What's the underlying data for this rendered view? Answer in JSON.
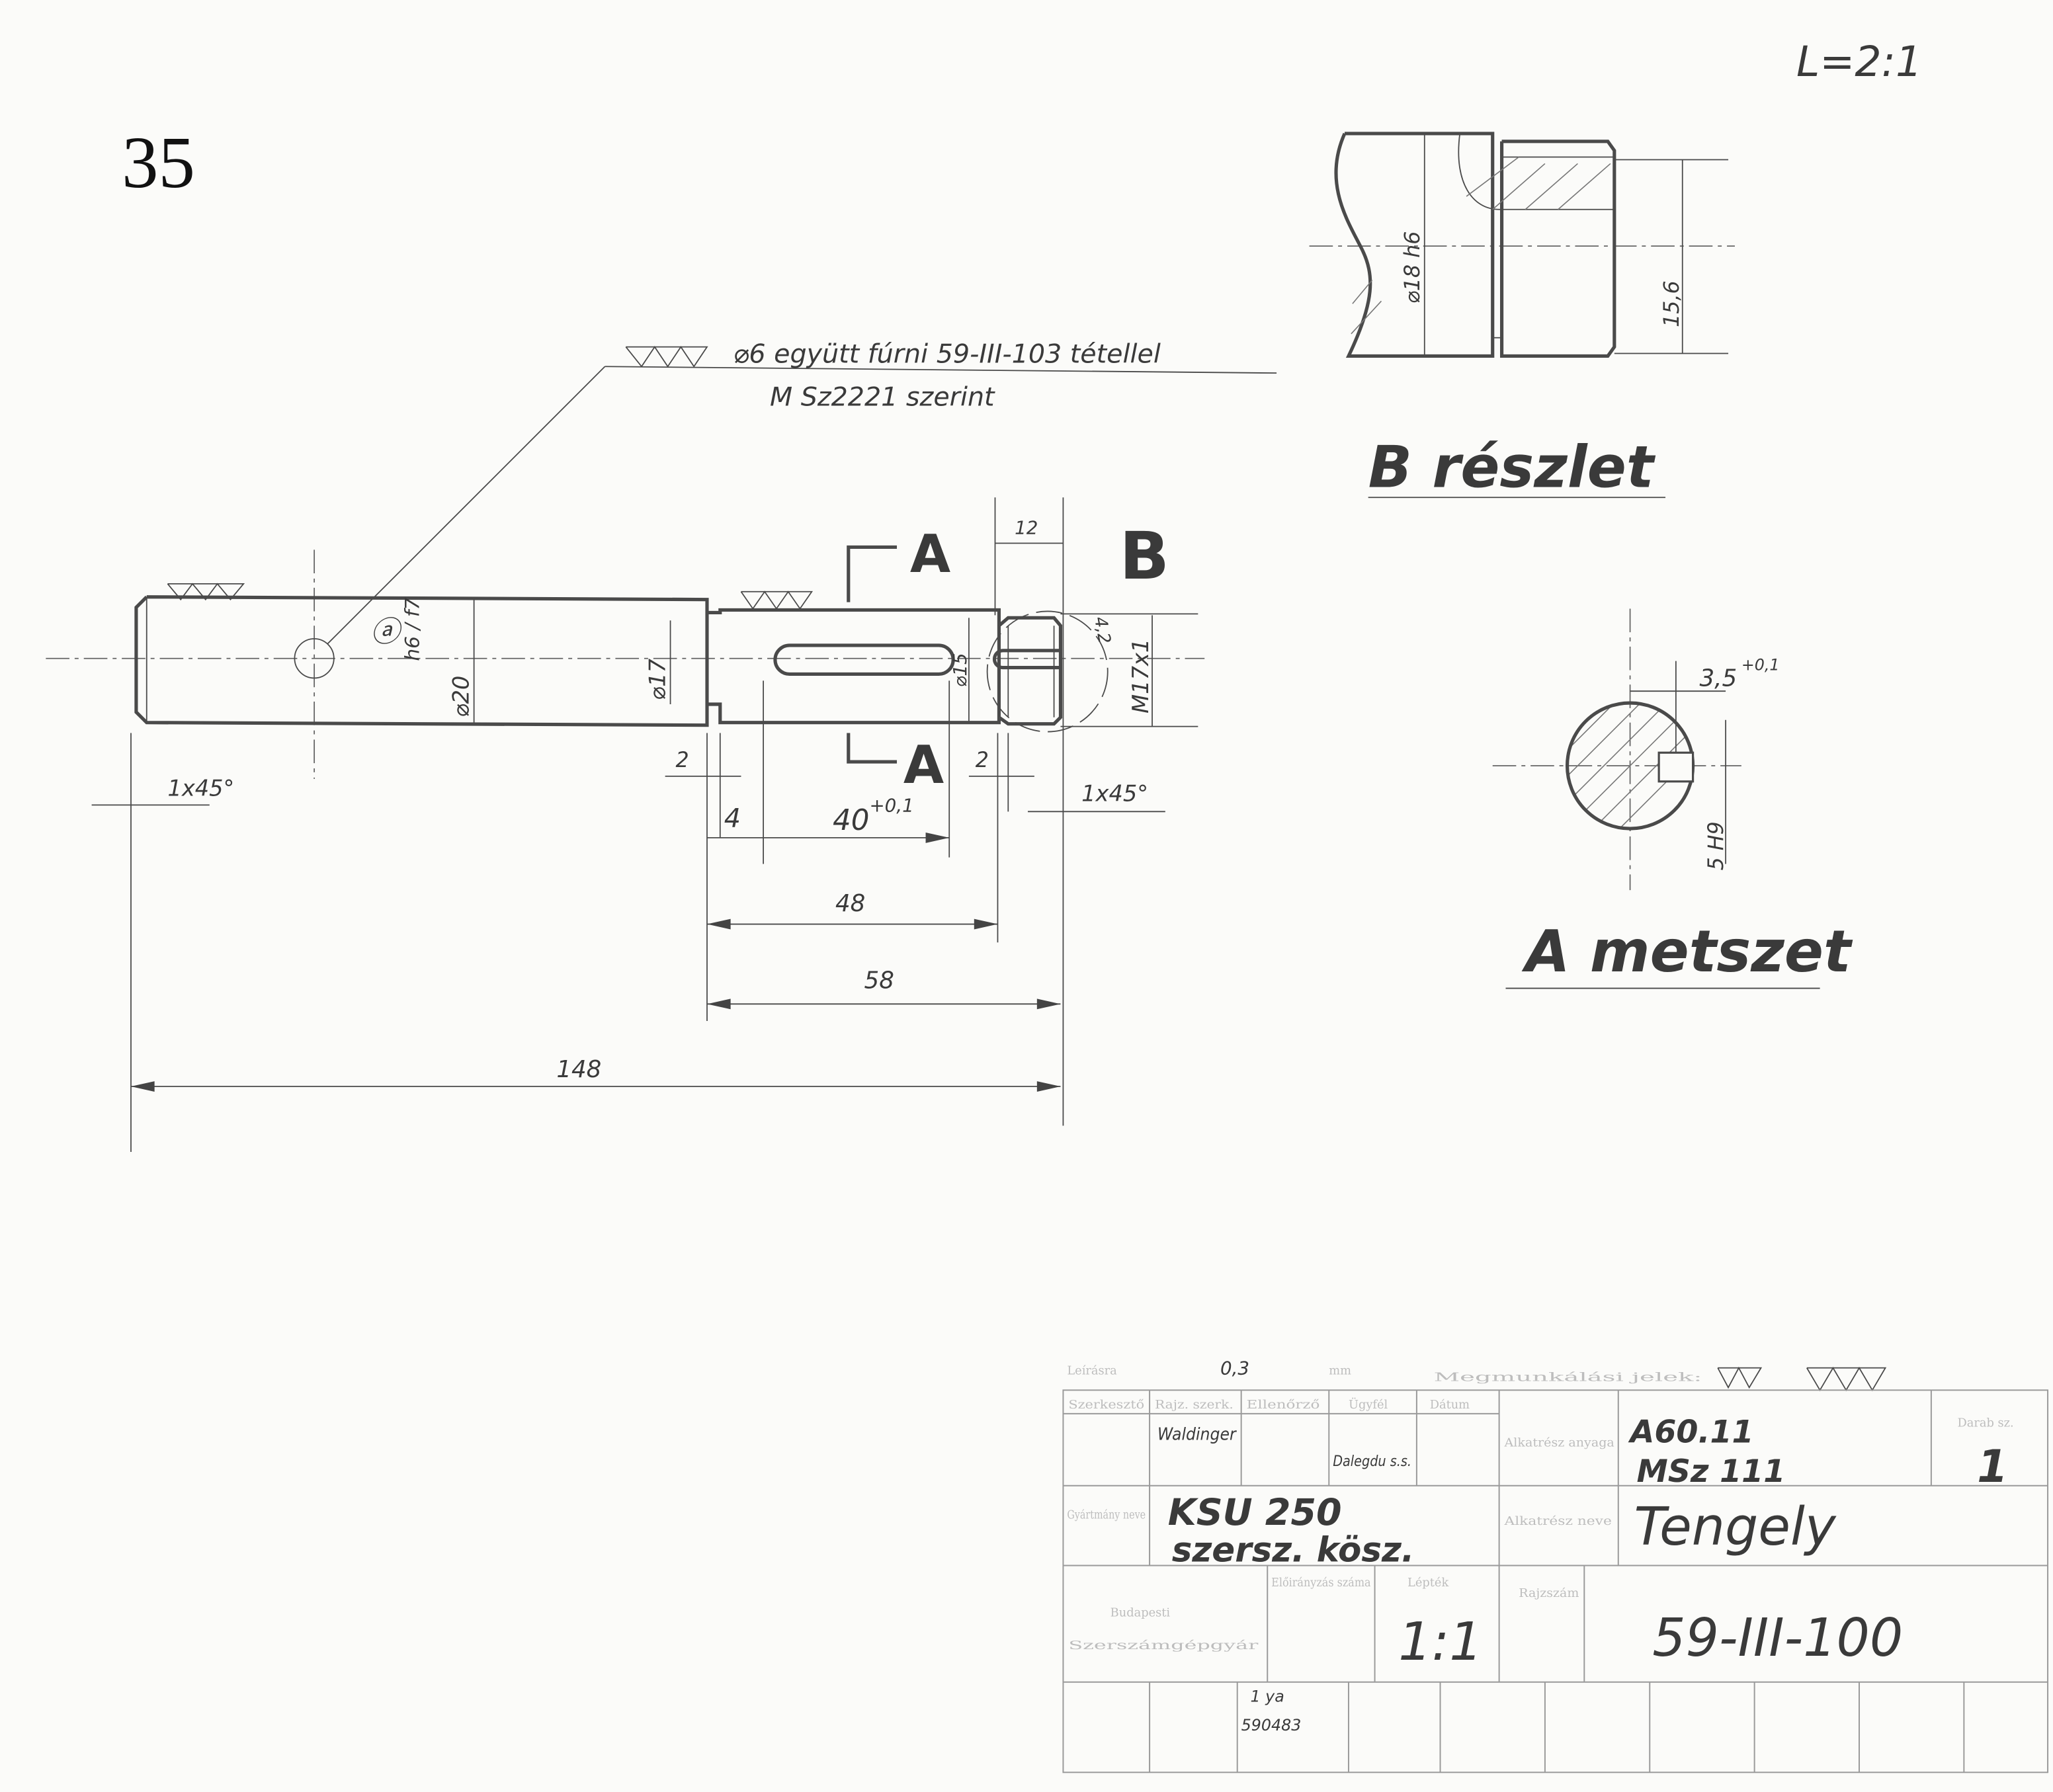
{
  "page_number": "35",
  "scale_note": "L=2:1",
  "note": {
    "line1": "⌀6 együtt fúrni  59-III-103  tétellel",
    "line2": "M Sz2221 szerint"
  },
  "main_view": {
    "section_label_a": "A",
    "detail_label_b": "B",
    "marker_a": "ⓐ",
    "dims": {
      "d20": "⌀20",
      "d20_fit": "h6 / f7",
      "d17": "⌀17",
      "d15": "⌀15",
      "thread": "M17x1",
      "undercut_r": "4,2",
      "len_12": "12",
      "chamfer_left": "1x45°",
      "chamfer_right": "1x45°",
      "gap_2_left": "2",
      "gap_2_right": "2",
      "len_4": "4",
      "slot_40": "40",
      "slot_40_tol": "+0,1",
      "len_48": "48",
      "len_58": "58",
      "len_148": "148"
    }
  },
  "detail_b": {
    "title": "B részlet",
    "d18": "⌀18 h6",
    "d156": "15,6"
  },
  "section_a": {
    "title": "A metszet",
    "depth": "3,5",
    "depth_tol": "+0,1",
    "width": "5 H9"
  },
  "title_block": {
    "tolerance_label": "Leírásra",
    "tolerance_value": "0,3",
    "tolerance_unit": "mm",
    "finish_label": "Megmunkálási jelek:",
    "header_cells": [
      "Szerkesztő",
      "Rajz. szerk.",
      "Ellenőrző",
      "Ügyfél",
      "Dátum"
    ],
    "drawn_by": "Waldinger",
    "approved_by": "Dalegdu s.s.",
    "material_label": "Alkatrész anyaga",
    "material": "A60.11",
    "material_std": "MSz 111",
    "qty_label": "Darab sz.",
    "qty": "1",
    "product_label": "Gyártmány neve",
    "product_name": "KSU 250",
    "product_sub": "szersz. kösz.",
    "part_label": "Alkatrész neve",
    "part_name": "Tengely",
    "company_line1": "Budapesti",
    "company_line2": "Szerszámgépgyár",
    "plan_label": "Előirányzás száma",
    "scale_label": "Lépték",
    "scale": "1:1",
    "drawing_no_label": "Rajzszám",
    "drawing_no": "59-III-100",
    "rev": "1 ya",
    "rev_date": "590483"
  }
}
